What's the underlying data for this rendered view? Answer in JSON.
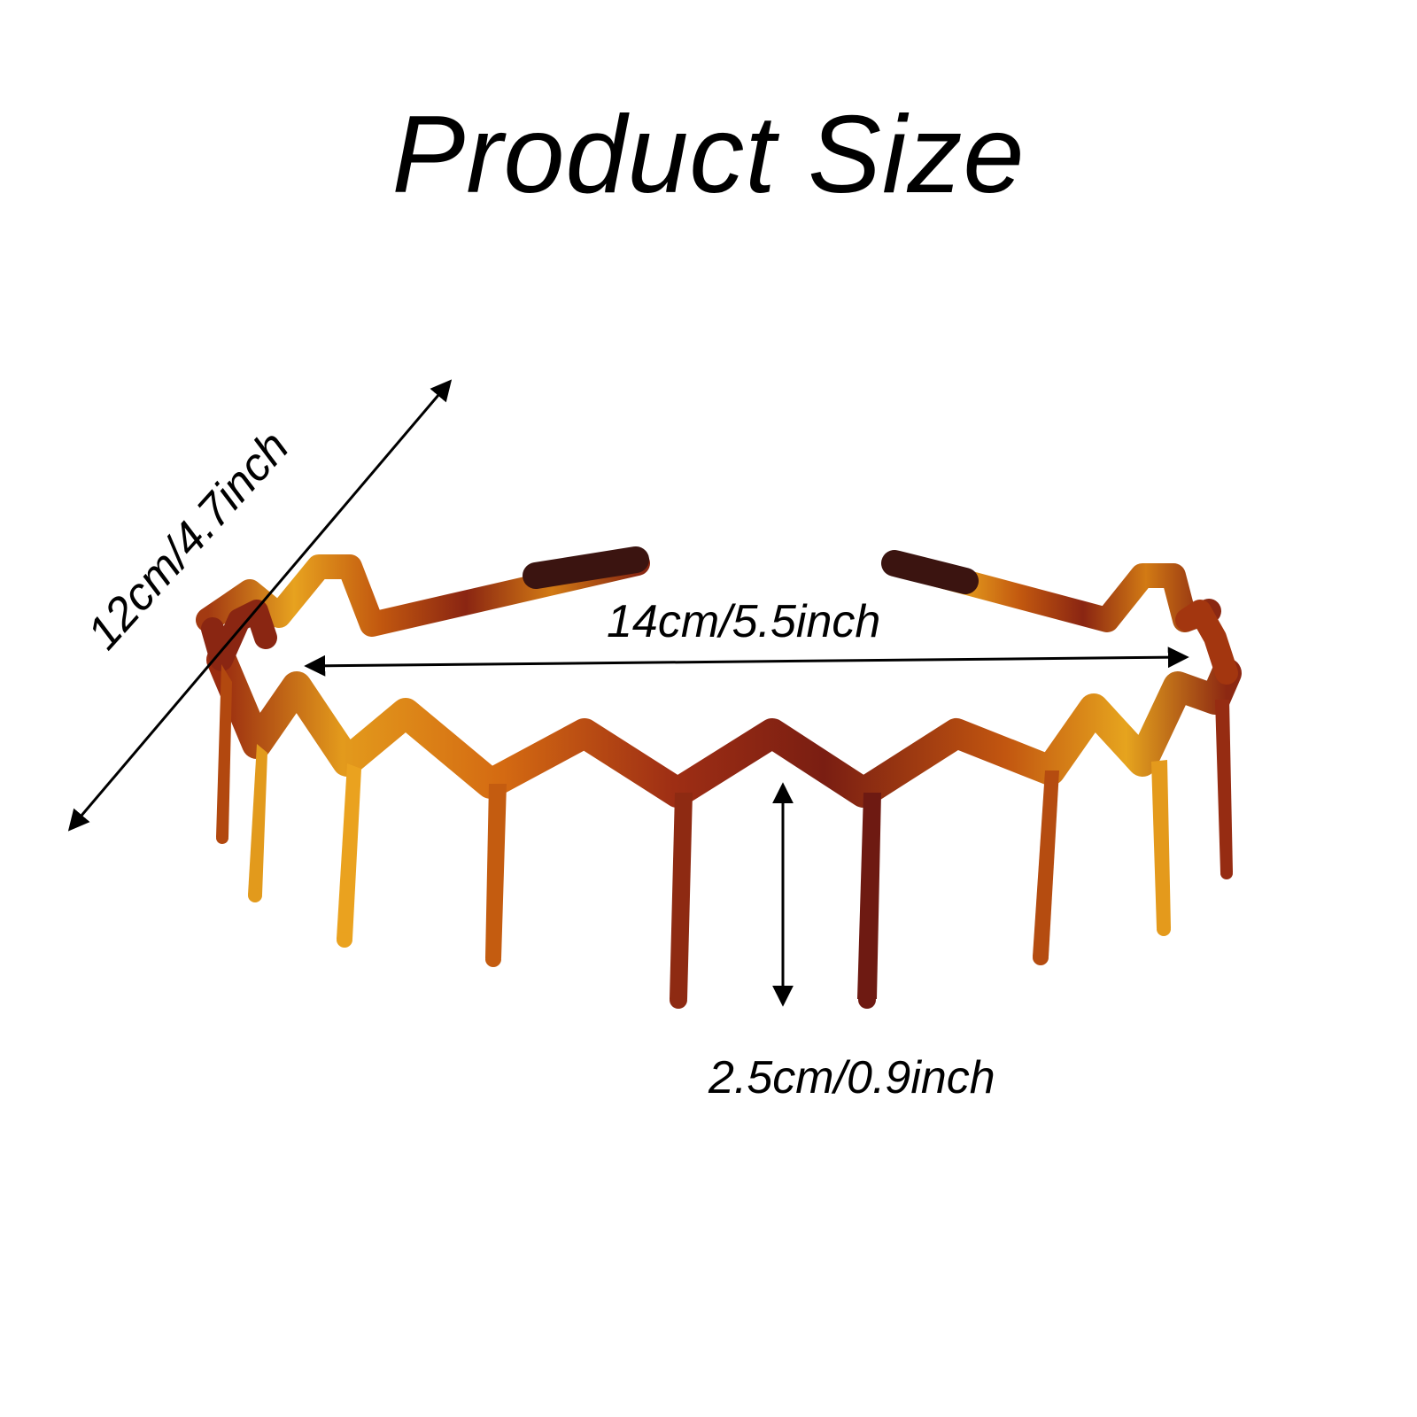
{
  "title": "Product Size",
  "dimensions": {
    "depth": "12cm/4.7inch",
    "width": "14cm/5.5inch",
    "tooth_height": "2.5cm/0.9inch"
  },
  "product": {
    "name_icon": "zigzag-headband",
    "colors": {
      "amber": "#e8a019",
      "tortoise_mid": "#c8590f",
      "tortoise_dark": "#7a1e12",
      "tip_dark": "#3b1410"
    }
  },
  "colors": {
    "background": "#ffffff",
    "text": "#000000",
    "arrow": "#000000"
  }
}
